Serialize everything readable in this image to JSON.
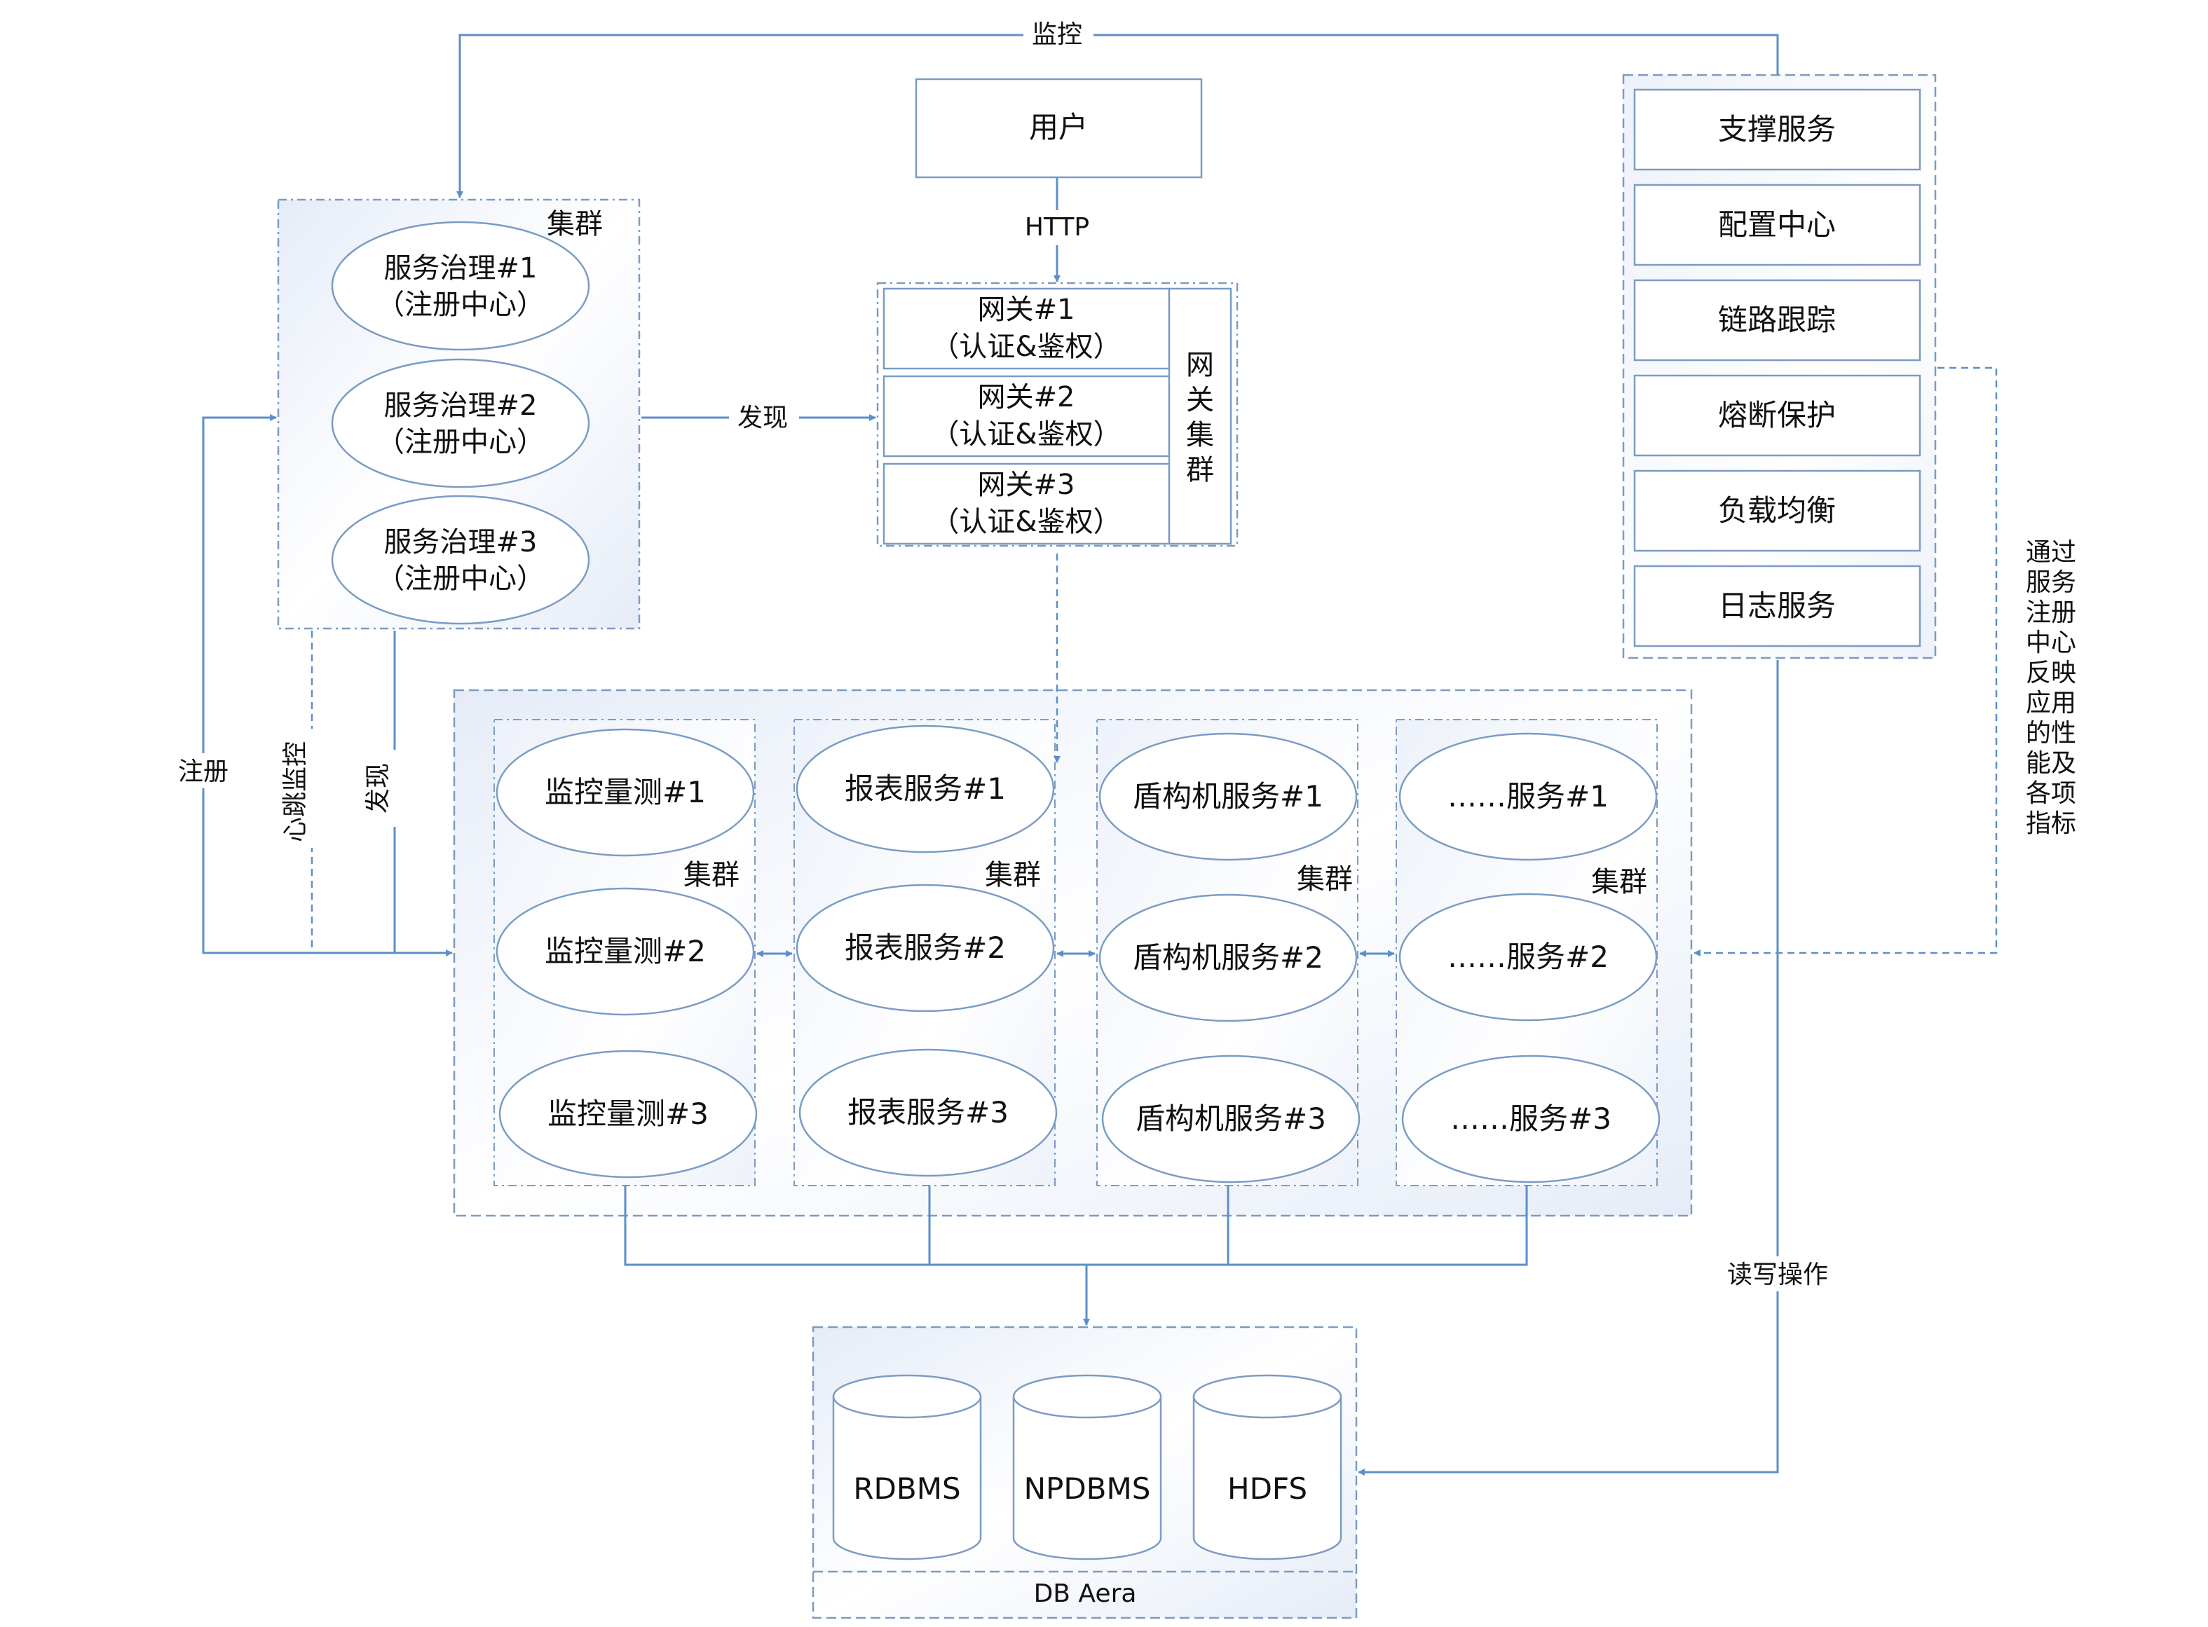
{
  "edges": {
    "monitor_top": "监控",
    "http": "HTTP",
    "discover_gw": "发现",
    "register": "注册",
    "heartbeat": "心跳监控",
    "discover_svc": "发现",
    "read_write": "读写操作",
    "side_note": [
      "通过",
      "服务",
      "注册",
      "中心",
      "反映",
      "应用",
      "的性",
      "能及",
      "各项",
      "指标"
    ]
  },
  "user": {
    "label": "用户"
  },
  "registry": {
    "cluster_label": "集群",
    "nodes": [
      {
        "line1": "服务治理#1",
        "line2": "（注册中心）"
      },
      {
        "line1": "服务治理#2",
        "line2": "（注册中心）"
      },
      {
        "line1": "服务治理#3",
        "line2": "（注册中心）"
      }
    ]
  },
  "gateway": {
    "cluster_label": [
      "网",
      "关",
      "集",
      "群"
    ],
    "nodes": [
      {
        "line1": "网关#1",
        "line2": "（认证&鉴权）"
      },
      {
        "line1": "网关#2",
        "line2": "（认证&鉴权）"
      },
      {
        "line1": "网关#3",
        "line2": "（认证&鉴权）"
      }
    ]
  },
  "support": {
    "items": [
      "支撑服务",
      "配置中心",
      "链路跟踪",
      "熔断保护",
      "负载均衡",
      "日志服务"
    ]
  },
  "services": {
    "cluster_label": "集群",
    "groups": [
      {
        "nodes": [
          "监控量测#1",
          "监控量测#2",
          "监控量测#3"
        ]
      },
      {
        "nodes": [
          "报表服务#1",
          "报表服务#2",
          "报表服务#3"
        ]
      },
      {
        "nodes": [
          "盾构机服务#1",
          "盾构机服务#2",
          "盾构机服务#3"
        ]
      },
      {
        "nodes": [
          "……服务#1",
          "……服务#2",
          "……服务#3"
        ]
      }
    ]
  },
  "db": {
    "items": [
      "RDBMS",
      "NPDBMS",
      "HDFS"
    ],
    "area_label": "DB Aera"
  },
  "colors": {
    "line": "#5b8fcb",
    "box_stroke": "#7a9cc4",
    "box_fill_light": "#f3f6fc",
    "text": "#111111"
  }
}
